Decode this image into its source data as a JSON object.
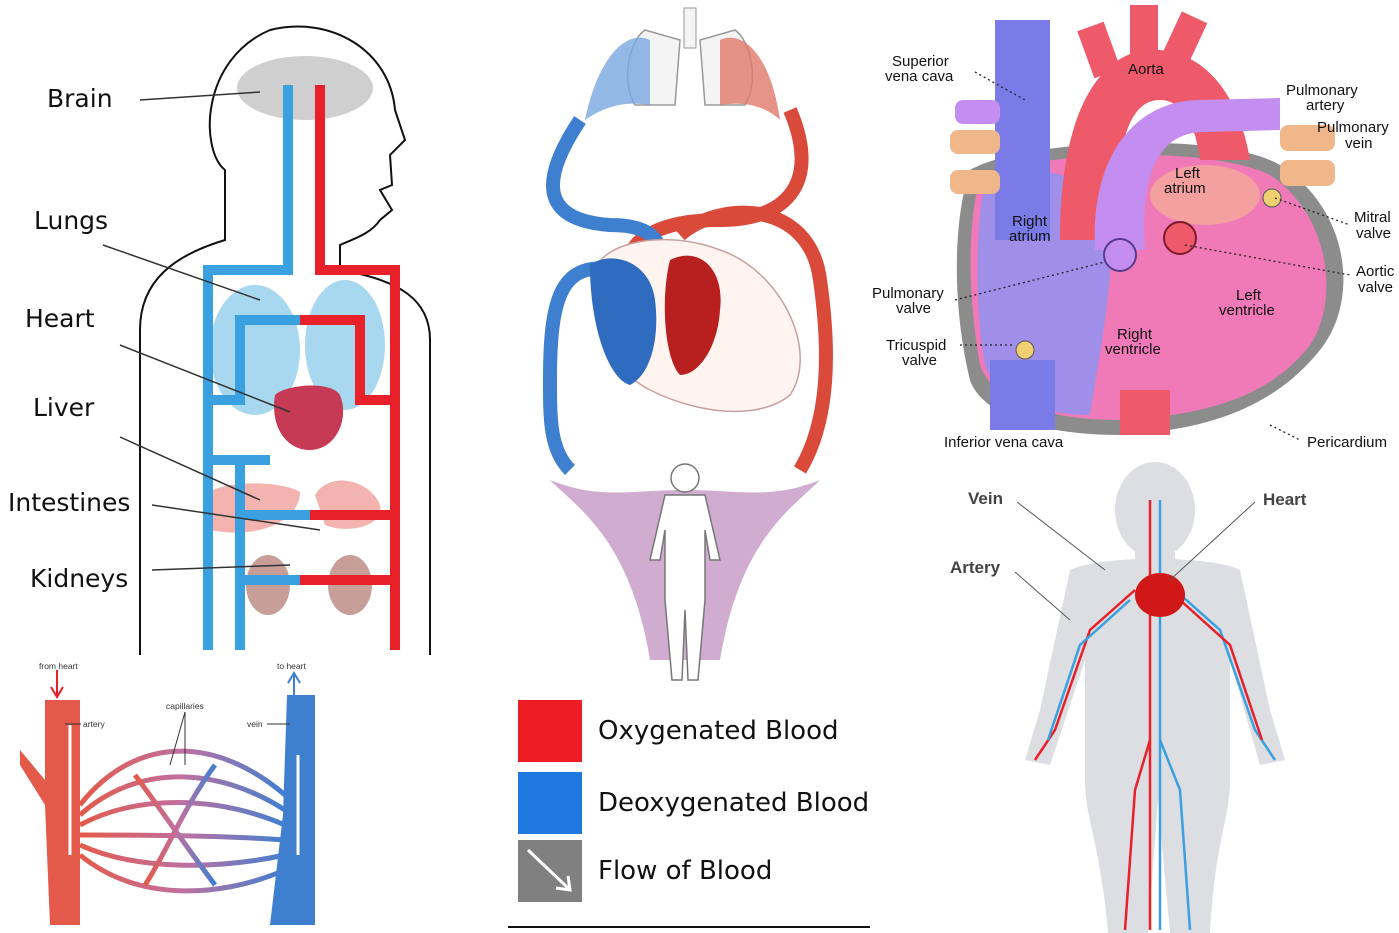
{
  "colors": {
    "oxygenated": "#ee1c24",
    "deoxygenated": "#1f78e0",
    "flow": "#808080"
  },
  "body_panel": {
    "labels": [
      "Brain",
      "Lungs",
      "Heart",
      "Liver",
      "Intestines",
      "Kidneys"
    ]
  },
  "heart_panel": {
    "labels": {
      "superior_vena_cava": [
        "Superior",
        "vena  cava"
      ],
      "aorta": "Aorta",
      "pulmonary_artery": [
        "Pulmonary",
        "artery"
      ],
      "pulmonary_vein": [
        "Pulmonary",
        "vein"
      ],
      "left_atrium": [
        "Left",
        "atrium"
      ],
      "right_atrium": [
        "Right",
        "atrium"
      ],
      "mitral_valve": [
        "Mitral",
        "valve"
      ],
      "aortic_valve": [
        "Aortic",
        "valve"
      ],
      "pulmonary_valve": [
        "Pulmonary",
        "valve"
      ],
      "left_ventricle": [
        "Left",
        "ventricle"
      ],
      "tricuspid_valve": [
        "Tricuspid",
        "valve"
      ],
      "right_ventricle": [
        "Right",
        "ventricle"
      ],
      "inferior_vena_cava": "Inferior vena cava",
      "pericardium": "Pericardium"
    }
  },
  "capillary_panel": {
    "labels": {
      "from_heart": "from heart",
      "to_heart": "to heart",
      "artery": "artery",
      "capillaries": "capillaries",
      "vein": "vein"
    }
  },
  "vessel_panel": {
    "labels": {
      "vein": "Vein",
      "artery": "Artery",
      "heart": "Heart"
    }
  },
  "legend": {
    "items": [
      {
        "label": "Oxygenated Blood"
      },
      {
        "label": "Deoxygenated Blood"
      },
      {
        "label": "Flow of Blood"
      }
    ]
  }
}
